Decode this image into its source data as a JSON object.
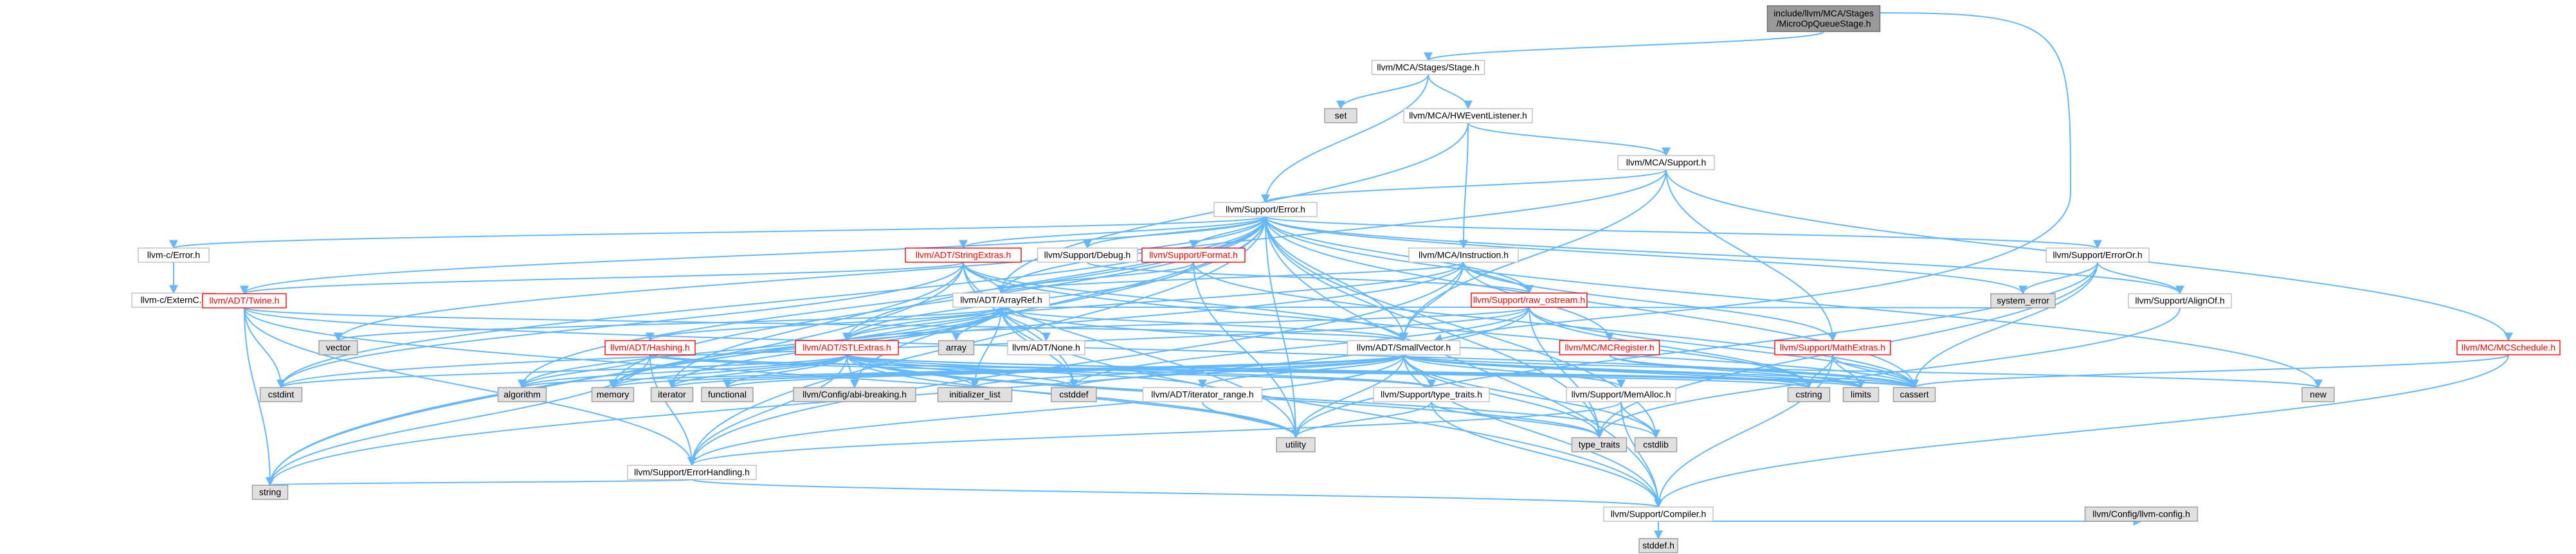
{
  "colors": {
    "edge": "#63b8ff",
    "normal_fill": "#ffffff",
    "normal_stroke": "#bfbfbf",
    "normal_text": "#000000",
    "root_fill": "#999999",
    "root_stroke": "#666666",
    "red_text": "#ff0000",
    "red_stroke": "#ff0000",
    "system_fill": "#e0e0e0",
    "system_stroke": "#999999"
  },
  "nodes": [
    {
      "id": "root",
      "label": [
        "include/llvm/MCA/Stages",
        "/MicroOpQueueStage.h"
      ],
      "kind": "root"
    },
    {
      "id": "stage",
      "label": [
        "llvm/MCA/Stages/Stage.h"
      ],
      "kind": "normal"
    },
    {
      "id": "set",
      "label": [
        "set"
      ],
      "kind": "system"
    },
    {
      "id": "hwevt",
      "label": [
        "llvm/MCA/HWEventListener.h"
      ],
      "kind": "normal"
    },
    {
      "id": "mcasupport",
      "label": [
        "llvm/MCA/Support.h"
      ],
      "kind": "normal"
    },
    {
      "id": "error",
      "label": [
        "llvm/Support/Error.h"
      ],
      "kind": "normal"
    },
    {
      "id": "cerror",
      "label": [
        "llvm-c/Error.h"
      ],
      "kind": "normal"
    },
    {
      "id": "externc",
      "label": [
        "llvm-c/ExternC.h"
      ],
      "kind": "normal"
    },
    {
      "id": "twine",
      "label": [
        "llvm/ADT/Twine.h"
      ],
      "kind": "red"
    },
    {
      "id": "stringextras",
      "label": [
        "llvm/ADT/StringExtras.h"
      ],
      "kind": "red"
    },
    {
      "id": "debug",
      "label": [
        "llvm/Support/Debug.h"
      ],
      "kind": "normal"
    },
    {
      "id": "format",
      "label": [
        "llvm/Support/Format.h"
      ],
      "kind": "red"
    },
    {
      "id": "instruction",
      "label": [
        "llvm/MCA/Instruction.h"
      ],
      "kind": "normal"
    },
    {
      "id": "erroror",
      "label": [
        "llvm/Support/ErrorOr.h"
      ],
      "kind": "normal"
    },
    {
      "id": "mcschedule",
      "label": [
        "llvm/MC/MCSchedule.h"
      ],
      "kind": "red"
    },
    {
      "id": "arrayref",
      "label": [
        "llvm/ADT/ArrayRef.h"
      ],
      "kind": "normal"
    },
    {
      "id": "rawostream",
      "label": [
        "llvm/Support/raw_ostream.h"
      ],
      "kind": "red"
    },
    {
      "id": "systemerror",
      "label": [
        "system_error"
      ],
      "kind": "system"
    },
    {
      "id": "alignof",
      "label": [
        "llvm/Support/AlignOf.h"
      ],
      "kind": "normal"
    },
    {
      "id": "vector",
      "label": [
        "vector"
      ],
      "kind": "system"
    },
    {
      "id": "array",
      "label": [
        "array"
      ],
      "kind": "system"
    },
    {
      "id": "none",
      "label": [
        "llvm/ADT/None.h"
      ],
      "kind": "normal"
    },
    {
      "id": "smallvector",
      "label": [
        "llvm/ADT/SmallVector.h"
      ],
      "kind": "normal"
    },
    {
      "id": "mcregister",
      "label": [
        "llvm/MC/MCRegister.h"
      ],
      "kind": "red"
    },
    {
      "id": "mathextras",
      "label": [
        "llvm/Support/MathExtras.h"
      ],
      "kind": "red"
    },
    {
      "id": "hashing",
      "label": [
        "llvm/ADT/Hashing.h"
      ],
      "kind": "red"
    },
    {
      "id": "stlextras",
      "label": [
        "llvm/ADT/STLExtras.h"
      ],
      "kind": "red"
    },
    {
      "id": "cstdint",
      "label": [
        "cstdint"
      ],
      "kind": "system"
    },
    {
      "id": "algorithm",
      "label": [
        "algorithm"
      ],
      "kind": "system"
    },
    {
      "id": "memory",
      "label": [
        "memory"
      ],
      "kind": "system"
    },
    {
      "id": "iterator",
      "label": [
        "iterator"
      ],
      "kind": "system"
    },
    {
      "id": "functional",
      "label": [
        "functional"
      ],
      "kind": "system"
    },
    {
      "id": "abibreaking",
      "label": [
        "llvm/Config/abi-breaking.h"
      ],
      "kind": "system"
    },
    {
      "id": "initlist",
      "label": [
        "initializer_list"
      ],
      "kind": "system"
    },
    {
      "id": "cstddef",
      "label": [
        "cstddef"
      ],
      "kind": "system"
    },
    {
      "id": "iterrange",
      "label": [
        "llvm/ADT/iterator_range.h"
      ],
      "kind": "normal"
    },
    {
      "id": "typetraitsh",
      "label": [
        "llvm/Support/type_traits.h"
      ],
      "kind": "normal"
    },
    {
      "id": "memalloc",
      "label": [
        "llvm/Support/MemAlloc.h"
      ],
      "kind": "normal"
    },
    {
      "id": "cstring",
      "label": [
        "cstring"
      ],
      "kind": "system"
    },
    {
      "id": "limits",
      "label": [
        "limits"
      ],
      "kind": "system"
    },
    {
      "id": "cassert",
      "label": [
        "cassert"
      ],
      "kind": "system"
    },
    {
      "id": "new",
      "label": [
        "new"
      ],
      "kind": "system"
    },
    {
      "id": "utility",
      "label": [
        "utility"
      ],
      "kind": "system"
    },
    {
      "id": "typetraits",
      "label": [
        "type_traits"
      ],
      "kind": "system"
    },
    {
      "id": "cstdlib",
      "label": [
        "cstdlib"
      ],
      "kind": "system"
    },
    {
      "id": "errorhandling",
      "label": [
        "llvm/Support/ErrorHandling.h"
      ],
      "kind": "normal"
    },
    {
      "id": "string",
      "label": [
        "string"
      ],
      "kind": "system"
    },
    {
      "id": "compiler",
      "label": [
        "llvm/Support/Compiler.h"
      ],
      "kind": "normal"
    },
    {
      "id": "stddef",
      "label": [
        "stddef.h"
      ],
      "kind": "system"
    },
    {
      "id": "llvmconfig",
      "label": [
        "llvm/Config/llvm-config.h"
      ],
      "kind": "system"
    }
  ],
  "edges": [
    [
      "root",
      "stage"
    ],
    [
      "root",
      "smallvector"
    ],
    [
      "stage",
      "set"
    ],
    [
      "stage",
      "hwevt"
    ],
    [
      "stage",
      "error"
    ],
    [
      "hwevt",
      "mcasupport"
    ],
    [
      "hwevt",
      "instruction"
    ],
    [
      "hwevt",
      "arrayref"
    ],
    [
      "mcasupport",
      "error"
    ],
    [
      "mcasupport",
      "mcschedule"
    ],
    [
      "mcasupport",
      "smallvector"
    ],
    [
      "mcasupport",
      "mathextras"
    ],
    [
      "mcasupport",
      "arrayref"
    ],
    [
      "error",
      "cerror"
    ],
    [
      "error",
      "twine"
    ],
    [
      "error",
      "stringextras"
    ],
    [
      "error",
      "debug"
    ],
    [
      "error",
      "format"
    ],
    [
      "error",
      "erroror"
    ],
    [
      "error",
      "alignof"
    ],
    [
      "error",
      "rawostream"
    ],
    [
      "error",
      "smallvector"
    ],
    [
      "error",
      "stlextras"
    ],
    [
      "error",
      "systemerror"
    ],
    [
      "error",
      "vector"
    ],
    [
      "error",
      "cstdint"
    ],
    [
      "error",
      "algorithm"
    ],
    [
      "error",
      "memory"
    ],
    [
      "error",
      "cassert"
    ],
    [
      "error",
      "cstdlib"
    ],
    [
      "error",
      "utility"
    ],
    [
      "error",
      "string"
    ],
    [
      "error",
      "errorhandling"
    ],
    [
      "error",
      "compiler"
    ],
    [
      "error",
      "abibreaking"
    ],
    [
      "error",
      "typetraits"
    ],
    [
      "error",
      "new"
    ],
    [
      "cerror",
      "externc"
    ],
    [
      "twine",
      "smallvector"
    ],
    [
      "twine",
      "cassert"
    ],
    [
      "twine",
      "cstdint"
    ],
    [
      "twine",
      "string"
    ],
    [
      "twine",
      "errorhandling"
    ],
    [
      "twine",
      "utility"
    ],
    [
      "stringextras",
      "arrayref"
    ],
    [
      "stringextras",
      "smallvector"
    ],
    [
      "stringextras",
      "twine"
    ],
    [
      "stringextras",
      "cstring"
    ],
    [
      "stringextras",
      "iterator"
    ],
    [
      "stringextras",
      "cstdint"
    ],
    [
      "stringextras",
      "string"
    ],
    [
      "stringextras",
      "utility"
    ],
    [
      "stringextras",
      "cstddef"
    ],
    [
      "debug",
      "rawostream"
    ],
    [
      "format",
      "arrayref"
    ],
    [
      "format",
      "stlextras"
    ],
    [
      "format",
      "utility"
    ],
    [
      "format",
      "cassert"
    ],
    [
      "instruction",
      "smallvector"
    ],
    [
      "instruction",
      "rawostream"
    ],
    [
      "instruction",
      "mcregister"
    ],
    [
      "instruction",
      "mathextras"
    ],
    [
      "instruction",
      "arrayref"
    ],
    [
      "instruction",
      "stlextras"
    ],
    [
      "instruction",
      "memory"
    ],
    [
      "instruction",
      "errorhandling"
    ],
    [
      "erroror",
      "alignof"
    ],
    [
      "erroror",
      "systemerror"
    ],
    [
      "erroror",
      "cassert"
    ],
    [
      "erroror",
      "typetraits"
    ],
    [
      "erroror",
      "utility"
    ],
    [
      "mcschedule",
      "compiler"
    ],
    [
      "mcschedule",
      "cassert"
    ],
    [
      "arrayref",
      "hashing"
    ],
    [
      "arrayref",
      "none"
    ],
    [
      "arrayref",
      "smallvector"
    ],
    [
      "arrayref",
      "stlextras"
    ],
    [
      "arrayref",
      "array"
    ],
    [
      "arrayref",
      "vector"
    ],
    [
      "arrayref",
      "algorithm"
    ],
    [
      "arrayref",
      "iterator"
    ],
    [
      "arrayref",
      "memory"
    ],
    [
      "arrayref",
      "cassert"
    ],
    [
      "arrayref",
      "cstddef"
    ],
    [
      "arrayref",
      "initlist"
    ],
    [
      "arrayref",
      "compiler"
    ],
    [
      "rawostream",
      "arrayref"
    ],
    [
      "rawostream",
      "stlextras"
    ],
    [
      "rawostream",
      "systemerror"
    ],
    [
      "rawostream",
      "cassert"
    ],
    [
      "rawostream",
      "cstddef"
    ],
    [
      "rawostream",
      "cstdint"
    ],
    [
      "rawostream",
      "cstring"
    ],
    [
      "rawostream",
      "string"
    ],
    [
      "rawostream",
      "typetraits"
    ],
    [
      "alignof",
      "typetraits"
    ],
    [
      "smallvector",
      "compiler"
    ],
    [
      "smallvector",
      "typetraitsh"
    ],
    [
      "smallvector",
      "memalloc"
    ],
    [
      "smallvector",
      "iterrange"
    ],
    [
      "smallvector",
      "algorithm"
    ],
    [
      "smallvector",
      "cassert"
    ],
    [
      "smallvector",
      "cstddef"
    ],
    [
      "smallvector",
      "cstdlib"
    ],
    [
      "smallvector",
      "cstring"
    ],
    [
      "smallvector",
      "functional"
    ],
    [
      "smallvector",
      "initlist"
    ],
    [
      "smallvector",
      "iterator"
    ],
    [
      "smallvector",
      "limits"
    ],
    [
      "smallvector",
      "memory"
    ],
    [
      "smallvector",
      "new"
    ],
    [
      "smallvector",
      "typetraits"
    ],
    [
      "smallvector",
      "utility"
    ],
    [
      "smallvector",
      "errorhandling"
    ],
    [
      "mcregister",
      "cassert"
    ],
    [
      "mcregister",
      "limits"
    ],
    [
      "mathextras",
      "compiler"
    ],
    [
      "mathextras",
      "cassert"
    ],
    [
      "mathextras",
      "cstring"
    ],
    [
      "mathextras",
      "limits"
    ],
    [
      "mathextras",
      "type_traits_dummy"
    ],
    [
      "hashing",
      "errorhandling"
    ],
    [
      "hashing",
      "algorithm"
    ],
    [
      "hashing",
      "cassert"
    ],
    [
      "hashing",
      "string"
    ],
    [
      "hashing",
      "cstring"
    ],
    [
      "hashing",
      "typetraitsh"
    ],
    [
      "stlextras",
      "abibreaking"
    ],
    [
      "stlextras",
      "iterrange"
    ],
    [
      "stlextras",
      "algorithm"
    ],
    [
      "stlextras",
      "cassert"
    ],
    [
      "stlextras",
      "cstddef"
    ],
    [
      "stlextras",
      "cstdint"
    ],
    [
      "stlextras",
      "cstdlib"
    ],
    [
      "stlextras",
      "functional"
    ],
    [
      "stlextras",
      "initlist"
    ],
    [
      "stlextras",
      "iterator"
    ],
    [
      "stlextras",
      "limits"
    ],
    [
      "stlextras",
      "memory"
    ],
    [
      "stlextras",
      "typetraits"
    ],
    [
      "stlextras",
      "utility"
    ],
    [
      "stlextras",
      "errorhandling"
    ],
    [
      "stlextras",
      "typetraitsh"
    ],
    [
      "iterrange",
      "utility"
    ],
    [
      "typetraitsh",
      "compiler"
    ],
    [
      "typetraitsh",
      "typetraits"
    ],
    [
      "typetraitsh",
      "utility"
    ],
    [
      "memalloc",
      "compiler"
    ],
    [
      "memalloc",
      "errorhandling"
    ],
    [
      "memalloc",
      "cstdlib"
    ],
    [
      "errorhandling",
      "compiler"
    ],
    [
      "errorhandling",
      "string"
    ],
    [
      "compiler",
      "stddef"
    ],
    [
      "compiler",
      "llvmconfig"
    ]
  ]
}
